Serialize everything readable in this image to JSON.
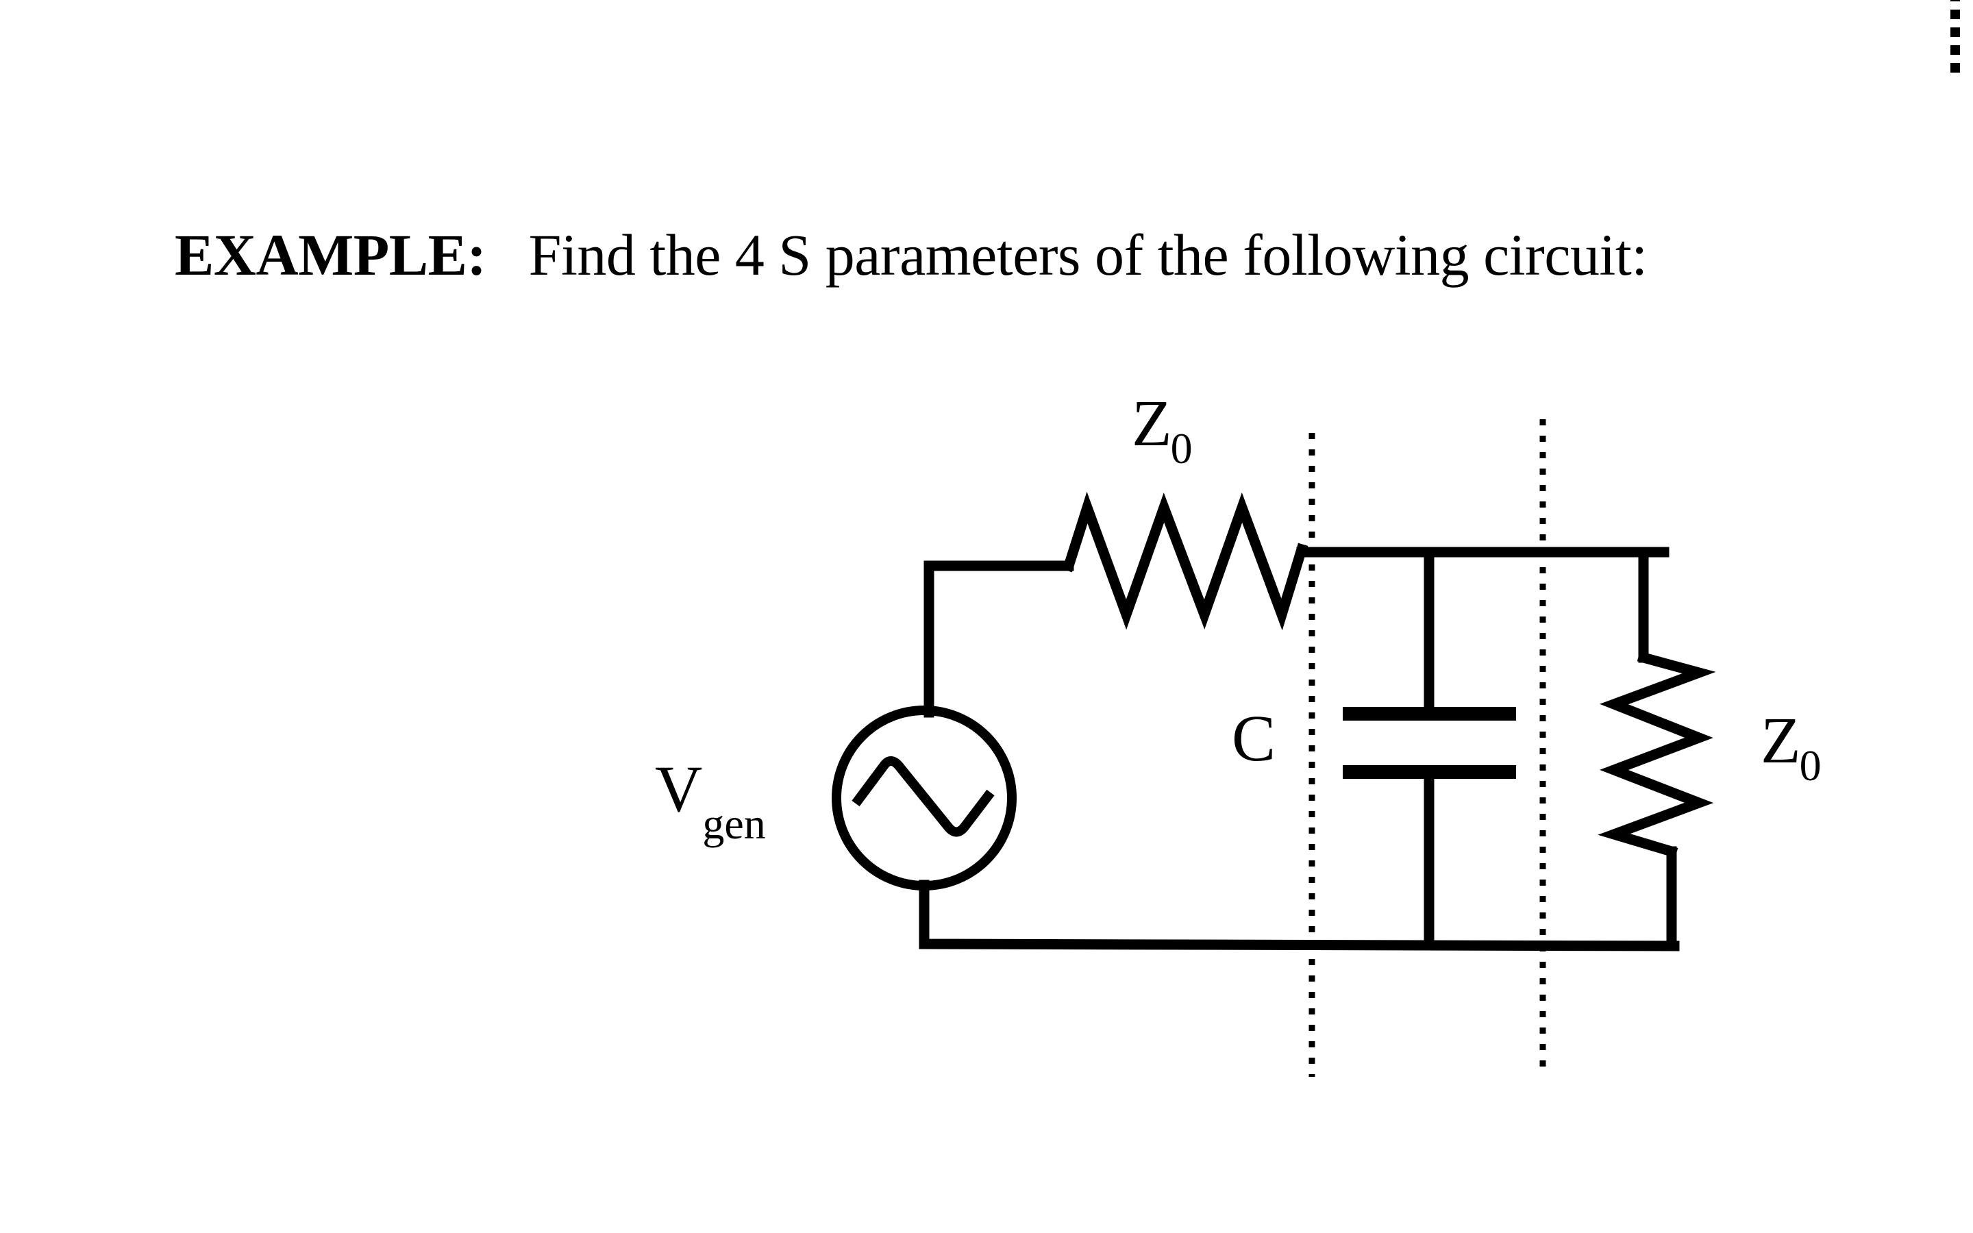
{
  "problem": {
    "label": "EXAMPLE:",
    "text": "Find the 4 S parameters of the following circuit:"
  },
  "circuit": {
    "series_resistor": {
      "symbol": "Z",
      "subscript": "0"
    },
    "source": {
      "symbol": "V",
      "subscript": "gen",
      "type": "ac-sine"
    },
    "shunt_capacitor": {
      "symbol": "C"
    },
    "load_resistor": {
      "symbol": "Z",
      "subscript": "0"
    },
    "reference_planes": 2,
    "colors": {
      "wire": "#000000",
      "background": "#ffffff"
    }
  }
}
